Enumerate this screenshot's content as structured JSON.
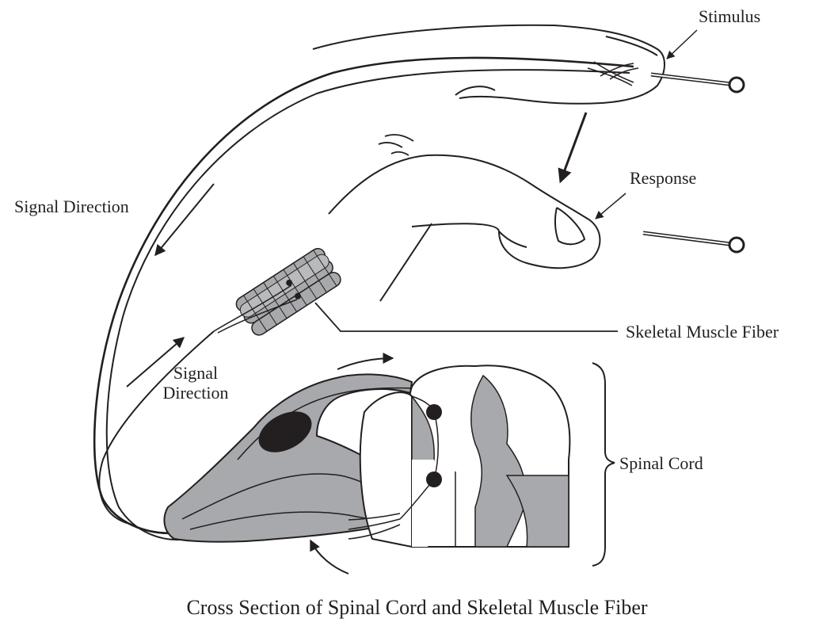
{
  "labels": {
    "stimulus": "Stimulus",
    "response": "Response",
    "signal_direction_top": "Signal Direction",
    "signal_direction_lower_line1": "Signal",
    "signal_direction_lower_line2": "Direction",
    "skeletal_muscle_fiber": "Skeletal Muscle Fiber",
    "spinal_cord": "Spinal Cord"
  },
  "caption": "Cross Section of Spinal Cord and Skeletal Muscle Fiber",
  "colors": {
    "ink": "#231f20",
    "gray_fill": "#a7a9ac",
    "dark_gray": "#808285",
    "white_matter": "#ffffff"
  }
}
